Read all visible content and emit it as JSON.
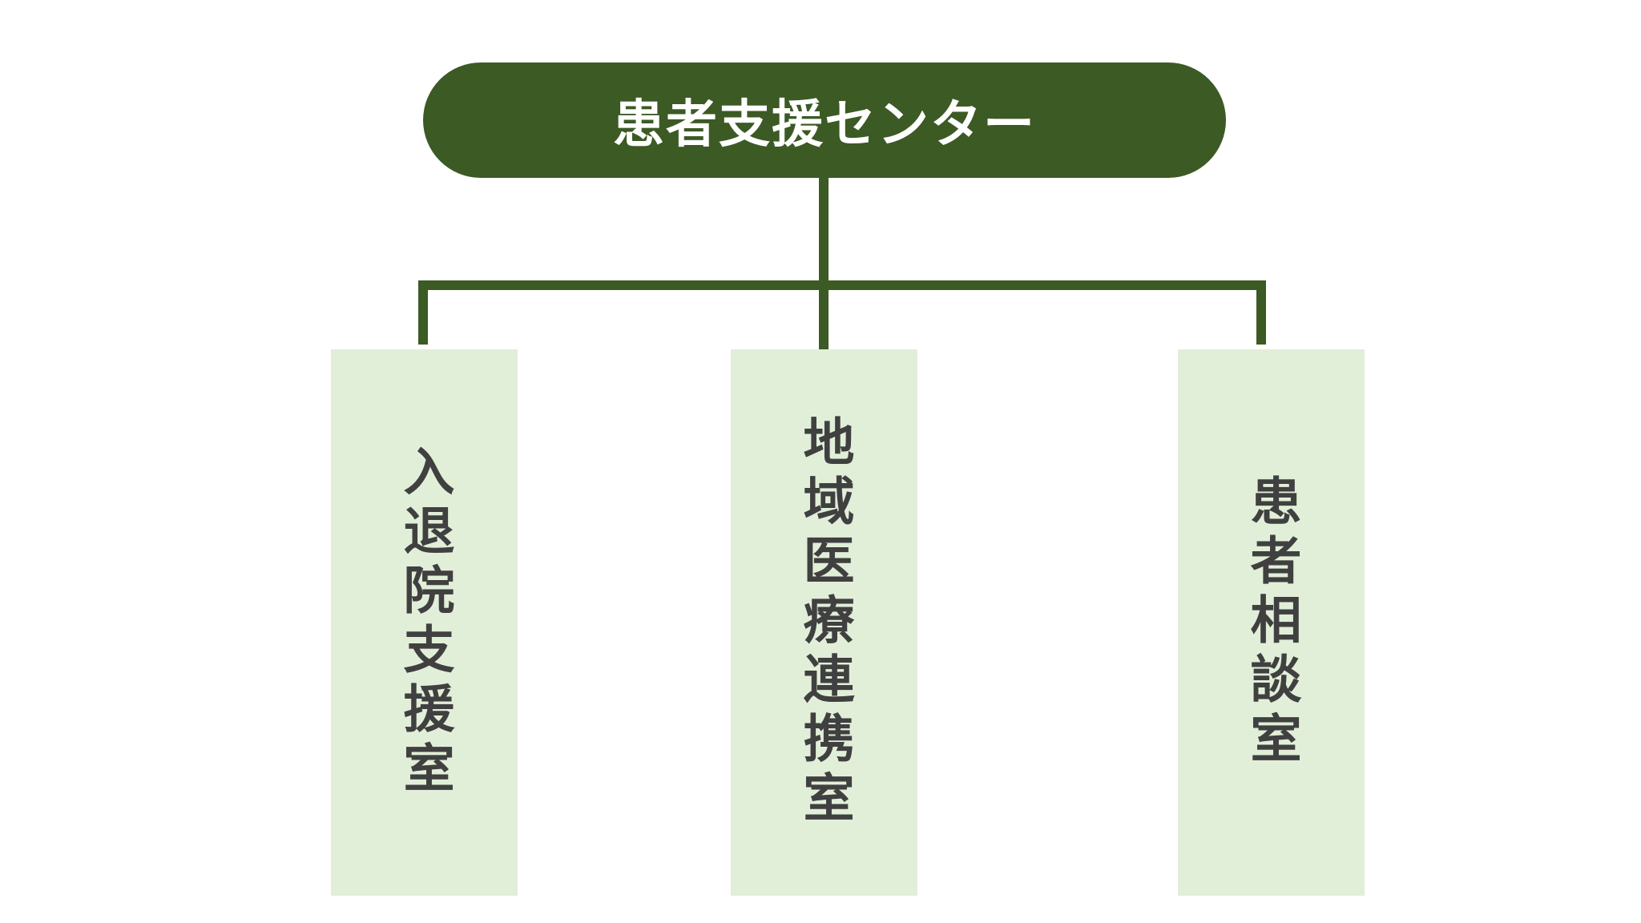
{
  "colors": {
    "primary": "#3c5a24",
    "child_bg": "#e1efd9",
    "child_text": "#404040",
    "root_text": "#ffffff",
    "background": "#ffffff"
  },
  "root": {
    "label": "患者支援センター"
  },
  "children": [
    {
      "label": "入退院支援室"
    },
    {
      "label": "地域医療連携室"
    },
    {
      "label": "患者相談室"
    }
  ]
}
